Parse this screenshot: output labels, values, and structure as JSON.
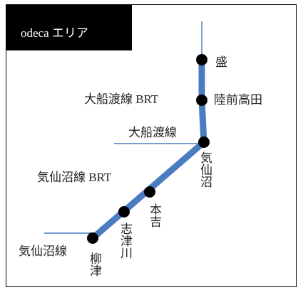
{
  "area_title": "odeca エリア",
  "colors": {
    "line_thick": "#4a7cc0",
    "line_thin": "#4a7cc0",
    "station": "#000000",
    "badge_bg": "#000000",
    "badge_text": "#ffffff"
  },
  "line_labels": {
    "ofunato_brt": "大船渡線 BRT",
    "ofunato": "大船渡線",
    "kesennuma_brt": "気仙沼線 BRT",
    "kesennuma": "気仙沼線"
  },
  "stations": {
    "sakari": "盛",
    "rikuzentakata": "陸前高田",
    "kesennuma": "気仙沼",
    "motoyoshi": "本吉",
    "shizugawa": "志津川",
    "yanaizu": "柳津"
  }
}
